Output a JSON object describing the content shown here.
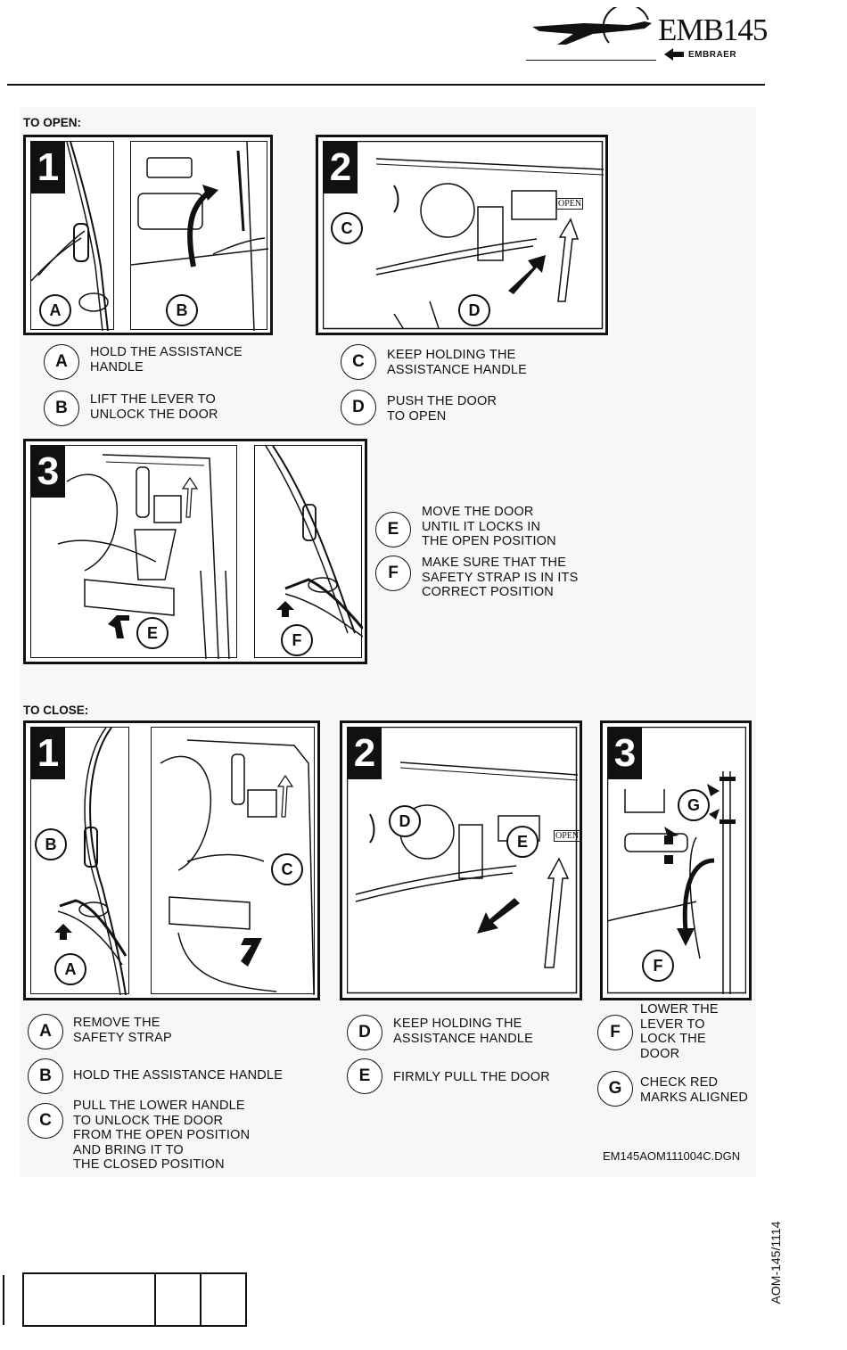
{
  "header": {
    "logo_model": "EMB145",
    "logo_brand": "EMBRAER"
  },
  "open": {
    "title": "TO OPEN:",
    "steps": [
      {
        "number": "1",
        "callouts": [
          "A",
          "B"
        ]
      },
      {
        "number": "2",
        "callouts": [
          "C",
          "D"
        ],
        "sign": "OPEN"
      },
      {
        "number": "3",
        "callouts": [
          "E",
          "F"
        ]
      }
    ],
    "legend": [
      {
        "letter": "A",
        "text": "HOLD THE ASSISTANCE\nHANDLE"
      },
      {
        "letter": "B",
        "text": "LIFT THE LEVER TO\nUNLOCK THE DOOR"
      },
      {
        "letter": "C",
        "text": "KEEP HOLDING THE\nASSISTANCE HANDLE"
      },
      {
        "letter": "D",
        "text": "PUSH THE DOOR\nTO OPEN"
      },
      {
        "letter": "E",
        "text": "MOVE THE DOOR\nUNTIL IT LOCKS IN\nTHE OPEN POSITION"
      },
      {
        "letter": "F",
        "text": "MAKE SURE THAT THE\nSAFETY STRAP IS IN ITS\nCORRECT POSITION"
      }
    ]
  },
  "close": {
    "title": "TO CLOSE:",
    "steps": [
      {
        "number": "1",
        "callouts": [
          "B",
          "C",
          "A"
        ]
      },
      {
        "number": "2",
        "callouts": [
          "D",
          "E"
        ],
        "sign": "OPEN"
      },
      {
        "number": "3",
        "callouts": [
          "G",
          "F"
        ]
      }
    ],
    "legend": [
      {
        "letter": "A",
        "text": "REMOVE THE\nSAFETY STRAP"
      },
      {
        "letter": "B",
        "text": "HOLD THE ASSISTANCE HANDLE"
      },
      {
        "letter": "C",
        "text": "PULL THE LOWER HANDLE\nTO UNLOCK THE DOOR\nFROM THE OPEN POSITION\nAND BRING IT TO\nTHE CLOSED POSITION"
      },
      {
        "letter": "D",
        "text": "KEEP HOLDING THE\nASSISTANCE HANDLE"
      },
      {
        "letter": "E",
        "text": "FIRMLY PULL THE DOOR"
      },
      {
        "letter": "F",
        "text": "LOWER THE\nLEVER TO\nLOCK THE\nDOOR"
      },
      {
        "letter": "G",
        "text": "CHECK RED\nMARKS ALIGNED"
      }
    ]
  },
  "figure_ref": "EM145AOM111004C.DGN",
  "doc_code": "AOM-145/1114"
}
